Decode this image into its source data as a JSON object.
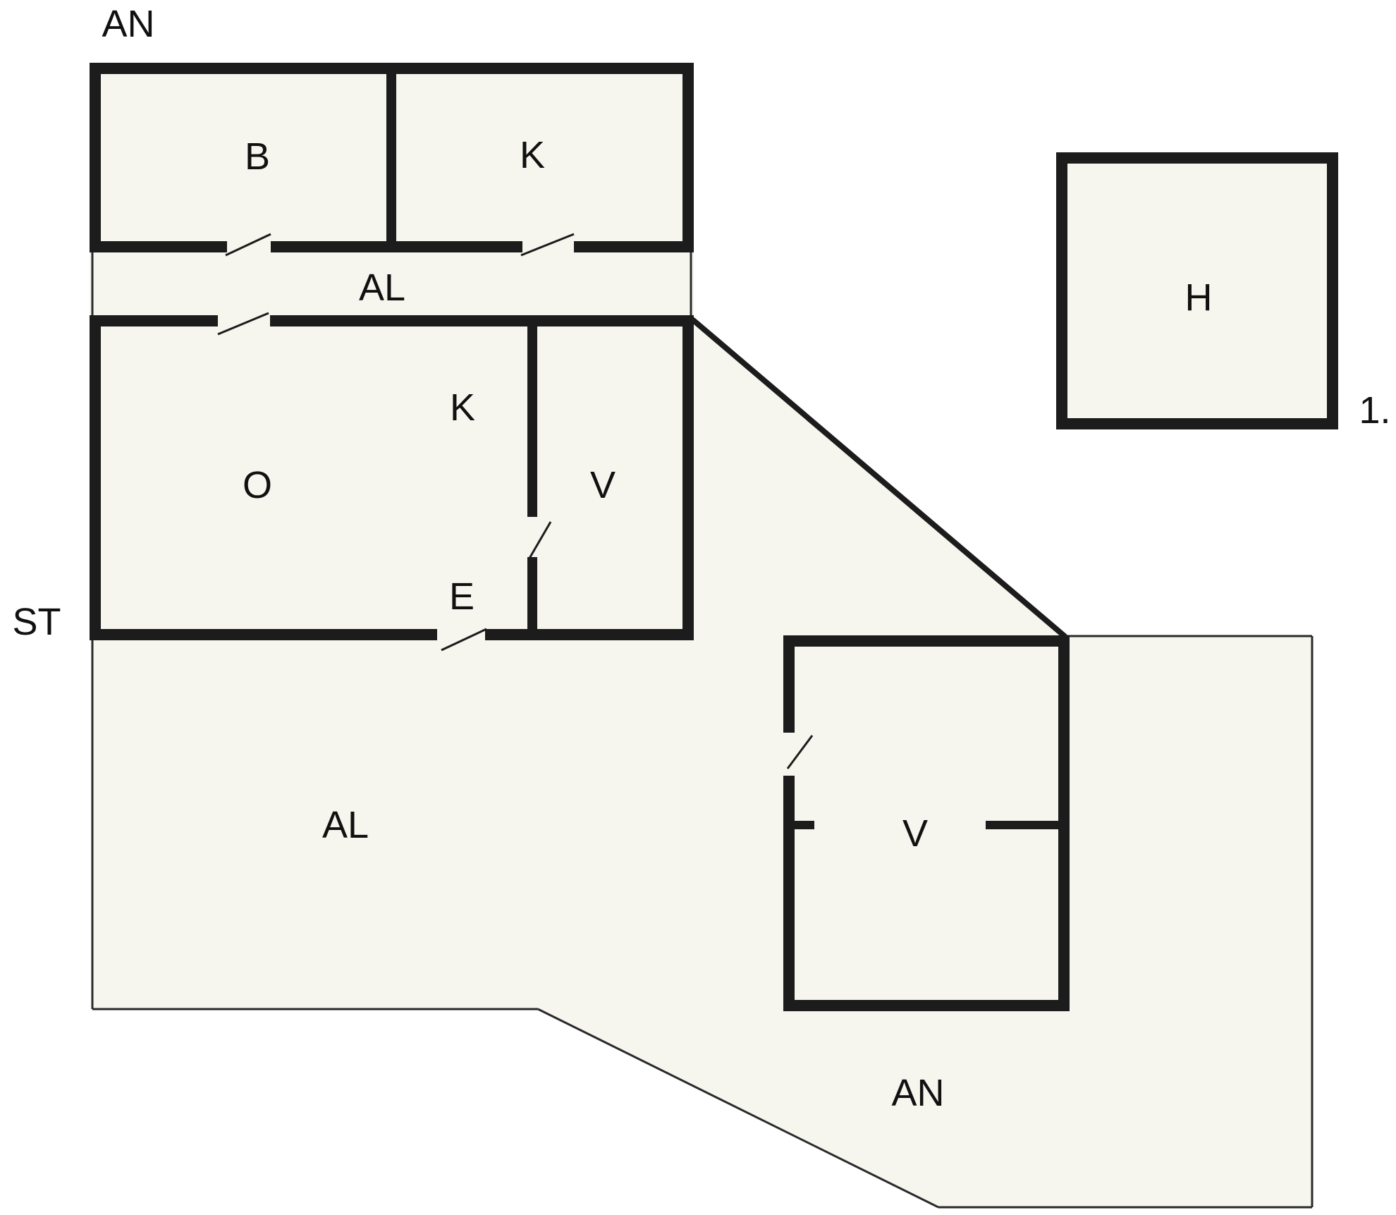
{
  "page": {
    "background": "#ffffff"
  },
  "colors": {
    "plot_fill": "#f6f6ef",
    "wall": "#1c1c1c",
    "thin_line": "#2a2a2a",
    "text": "#111111"
  },
  "labels": {
    "annex_top": "AN",
    "room_b": "B",
    "room_k_upper": "K",
    "corridor_al": "AL",
    "room_k_lower": "K",
    "room_o": "O",
    "room_v_lower": "V",
    "entrance_e": "E",
    "street_st": "ST",
    "house_h": "H",
    "floor_number": "1.",
    "outbuilding_v": "V",
    "area_al": "AL",
    "area_an": "AN"
  }
}
